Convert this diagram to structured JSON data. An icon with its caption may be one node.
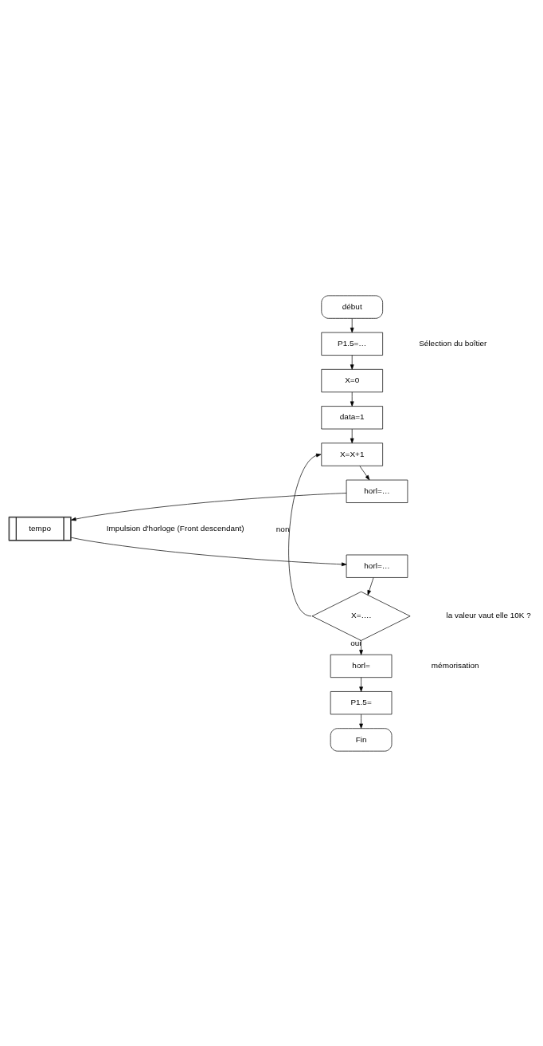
{
  "diagram": {
    "nodes": [
      {
        "text": [
          "début"
        ]
      },
      {
        "text": [
          "P1.5=…"
        ]
      },
      {
        "text": [
          "X=0"
        ]
      },
      {
        "text": [
          "data=1"
        ]
      },
      {
        "text": [
          "X=X+1"
        ]
      },
      {
        "text": [
          "horl=…"
        ]
      },
      {
        "text": [
          "tempo"
        ]
      },
      {
        "text": [
          "horl=…"
        ]
      },
      {
        "text": [
          "X=…."
        ]
      },
      {
        "text": [
          "horl="
        ]
      },
      {
        "text": [
          "P1.5="
        ]
      },
      {
        "text": [
          "Fin"
        ]
      }
    ],
    "edges": [
      {
        "from": 0,
        "to": 1,
        "arrow": "to"
      },
      {
        "from": 1,
        "to": 2,
        "arrow": "to"
      },
      {
        "from": 2,
        "to": 3,
        "arrow": "to"
      },
      {
        "from": 3,
        "to": 4,
        "arrow": "to"
      },
      {
        "from": 4,
        "to": 5,
        "arrow": "to"
      },
      {
        "from": 5,
        "to": 6,
        "arrow": "to"
      },
      {
        "from": 6,
        "to": 7,
        "arrow": "to"
      },
      {
        "from": 7,
        "to": 8,
        "arrow": "to"
      },
      {
        "from": 8,
        "to": 4,
        "arrow": "to",
        "label": "non"
      },
      {
        "from": 8,
        "to": 9,
        "arrow": "to",
        "label": "oui"
      },
      {
        "from": 9,
        "to": 10,
        "arrow": "to"
      },
      {
        "from": 10,
        "to": 11,
        "arrow": "to"
      }
    ],
    "labels": [
      "Sélection du boîtier",
      "Impulsion d'horloge (Front descendant)",
      "la valeur vaut elle 10K ?",
      "mémorisation"
    ]
  }
}
